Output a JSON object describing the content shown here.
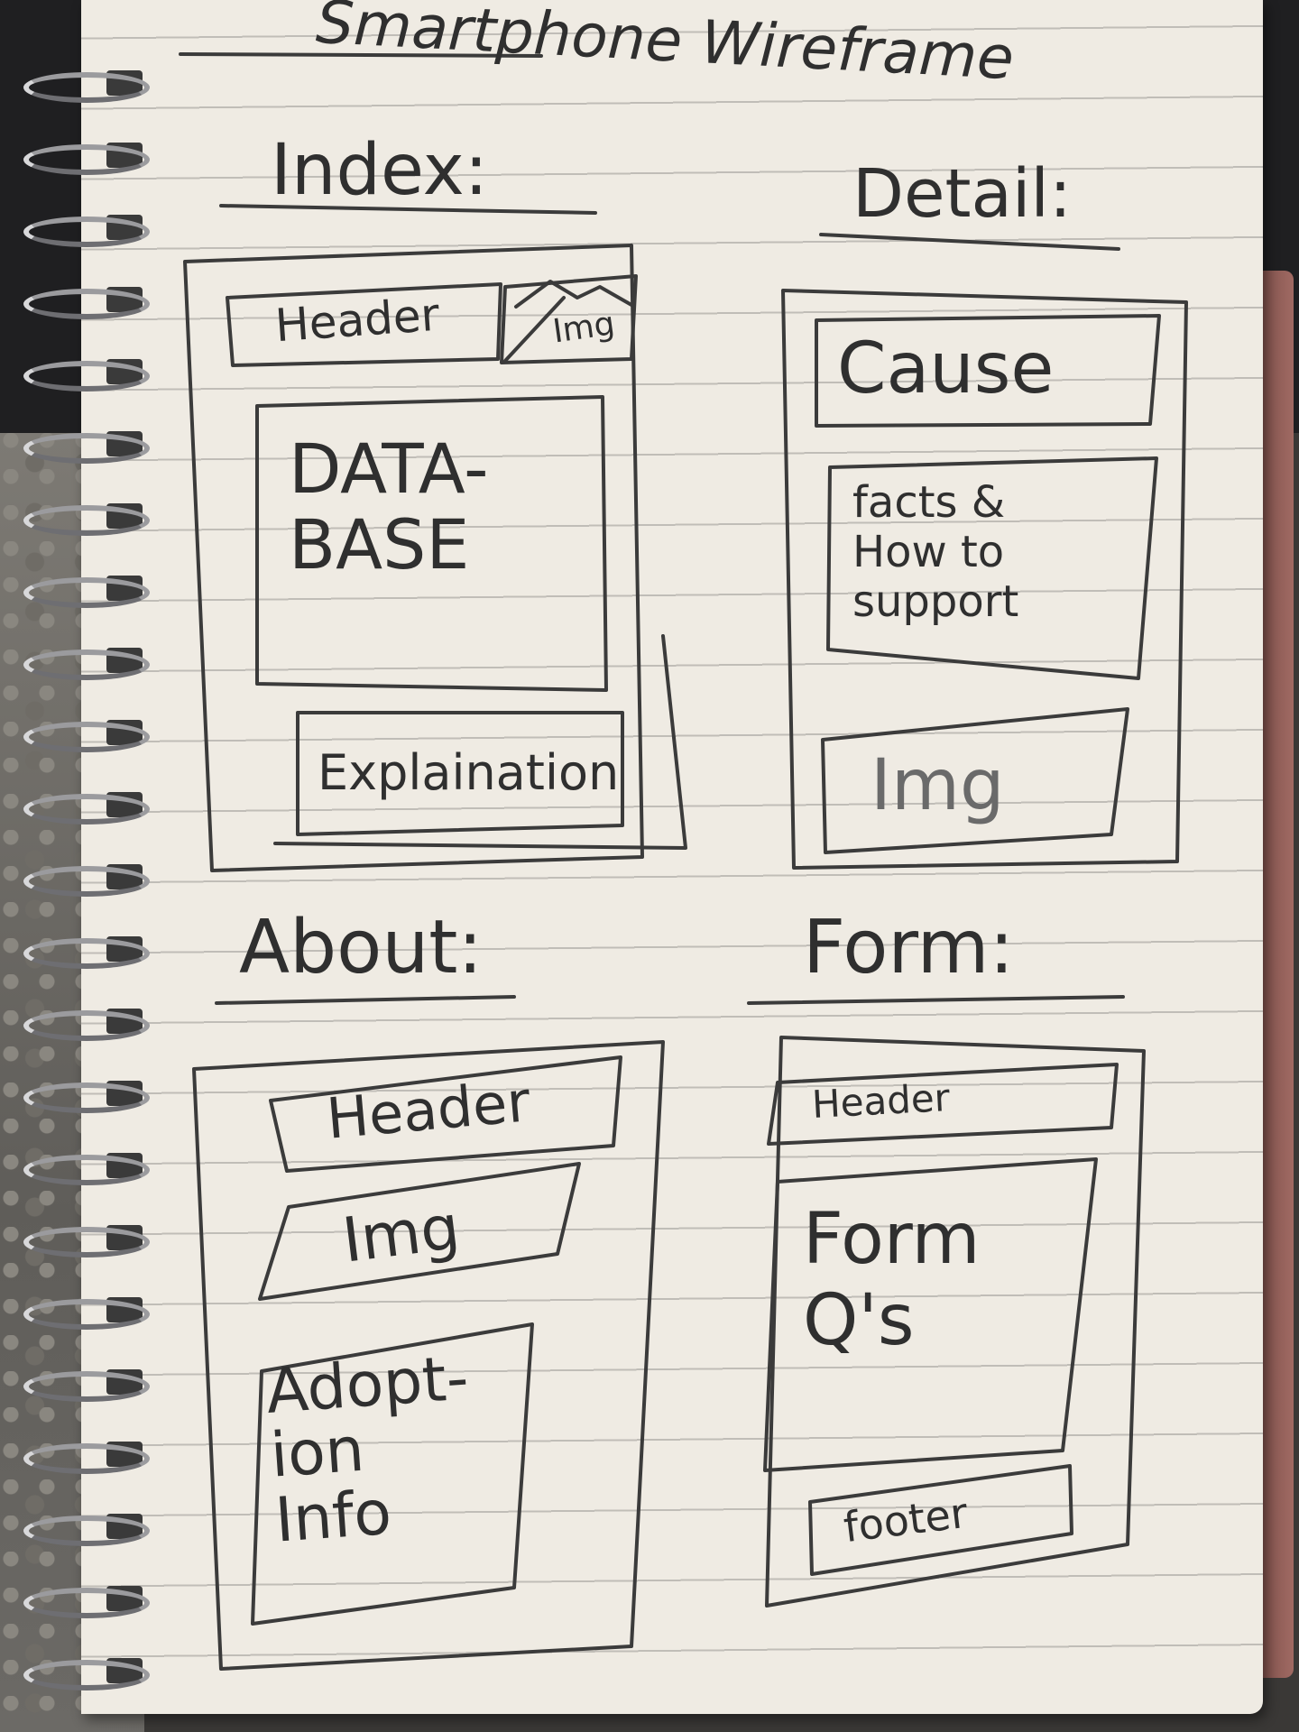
{
  "notebook": {
    "title": "Smartphone Wireframe",
    "sections": [
      {
        "heading": "Index:",
        "boxes": {
          "header": "Header",
          "img": "Img",
          "database": "DATA-\nBASE",
          "explanation": "Explaination"
        }
      },
      {
        "heading": "Detail:",
        "boxes": {
          "cause": "Cause",
          "facts": "facts &\nHow to\nsupport",
          "img": "Img"
        }
      },
      {
        "heading": "About:",
        "boxes": {
          "header": "Header",
          "img": "Img",
          "adoption": "Adopt-\nion\nInfo"
        }
      },
      {
        "heading": "Form:",
        "boxes": {
          "header": "Header",
          "questions": "Form\nQ's",
          "footer": "footer"
        }
      }
    ]
  },
  "colors": {
    "pencil": "#3b3b3b",
    "paper": "#efebe3",
    "cover": "#a06a63"
  }
}
